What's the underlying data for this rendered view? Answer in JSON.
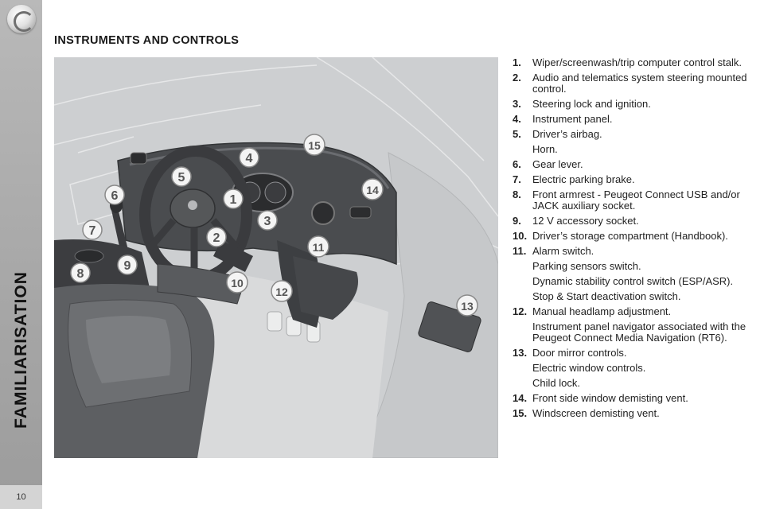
{
  "sidebar": {
    "section_label": "FAMILIARISATION",
    "page_number": "10"
  },
  "header": {
    "title": "INSTRUMENTS AND CONTROLS"
  },
  "illustration": {
    "callouts": [
      "1",
      "2",
      "3",
      "4",
      "5",
      "6",
      "7",
      "8",
      "9",
      "10",
      "11",
      "12",
      "13",
      "14",
      "15"
    ],
    "colors": {
      "interior": "#cdcfd1",
      "dashboard": "#4a4c4f",
      "callout_fill": "#f4f4f4",
      "callout_stroke": "#8a8a8a"
    }
  },
  "legend": {
    "items": [
      {
        "num": "1.",
        "lines": [
          "Wiper/screenwash/trip computer control stalk."
        ]
      },
      {
        "num": "2.",
        "lines": [
          "Audio and telematics system steering mounted control."
        ]
      },
      {
        "num": "3.",
        "lines": [
          "Steering lock and ignition."
        ]
      },
      {
        "num": "4.",
        "lines": [
          "Instrument panel."
        ]
      },
      {
        "num": "5.",
        "lines": [
          "Driver’s airbag.",
          "Horn."
        ]
      },
      {
        "num": "6.",
        "lines": [
          "Gear lever."
        ]
      },
      {
        "num": "7.",
        "lines": [
          "Electric parking brake."
        ]
      },
      {
        "num": "8.",
        "lines": [
          "Front armrest - Peugeot Connect USB and/or JACK auxiliary socket."
        ]
      },
      {
        "num": "9.",
        "lines": [
          "12 V accessory socket."
        ]
      },
      {
        "num": "10.",
        "lines": [
          "Driver’s storage compartment (Handbook)."
        ]
      },
      {
        "num": "11.",
        "lines": [
          "Alarm switch.",
          "Parking sensors switch.",
          "Dynamic stability control switch (ESP/ASR).",
          "Stop & Start deactivation switch."
        ]
      },
      {
        "num": "12.",
        "lines": [
          "Manual headlamp adjustment.",
          "Instrument panel navigator associated with the Peugeot Connect Media Navigation (RT6)."
        ]
      },
      {
        "num": "13.",
        "lines": [
          "Door mirror controls.",
          "Electric window controls.",
          "Child lock."
        ]
      },
      {
        "num": "14.",
        "lines": [
          "Front side window demisting vent."
        ]
      },
      {
        "num": "15.",
        "lines": [
          "Windscreen demisting vent."
        ]
      }
    ]
  }
}
